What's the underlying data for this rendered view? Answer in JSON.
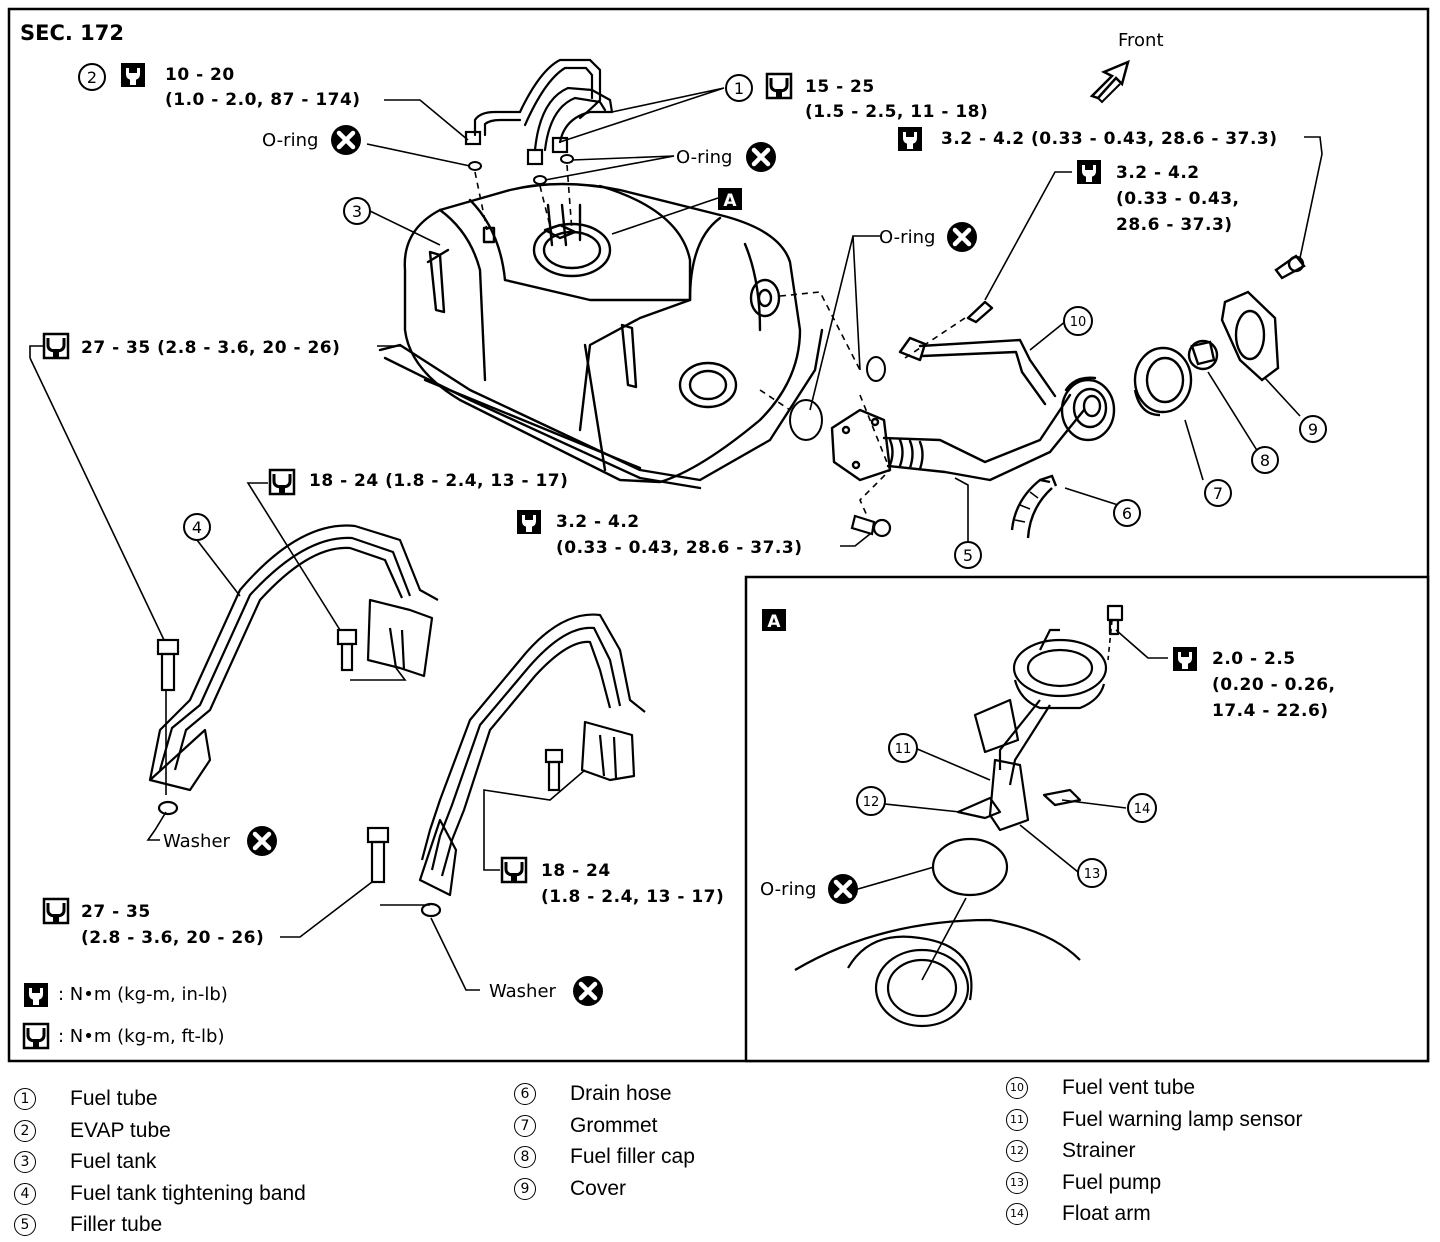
{
  "section": "SEC. 172",
  "front": "Front",
  "inset_marker": "A",
  "torque": {
    "evap_tube": [
      "10 - 20",
      "(1.0 - 2.0, 87 - 174)"
    ],
    "fuel_tube": [
      "15 - 25",
      "(1.5 - 2.5, 11 - 18)"
    ],
    "cover_bolt": "3.2 - 4.2 (0.33 - 0.43, 28.6 - 37.3)",
    "vent_bolt": [
      "3.2 - 4.2",
      "(0.33 - 0.43,",
      "28.6 - 37.3)"
    ],
    "tank_left": "27 - 35 (2.8 - 3.6, 20 - 26)",
    "band_upper": "18 - 24 (1.8 - 2.4, 13 - 17)",
    "filler_bolt": [
      "3.2 - 4.2",
      "(0.33 - 0.43, 28.6 - 37.3)"
    ],
    "band_lower": [
      "18 - 24",
      "(1.8 - 2.4, 13 - 17)"
    ],
    "tank_lower": [
      "27 - 35",
      "(2.8 - 3.6, 20 - 26)"
    ],
    "pump": [
      "2.0 - 2.5",
      "(0.20 - 0.26,",
      "17.4 - 22.6)"
    ]
  },
  "labels": {
    "oring": "O-ring",
    "washer": "Washer"
  },
  "callouts": [
    "1",
    "2",
    "3",
    "4",
    "5",
    "6",
    "7",
    "8",
    "9",
    "10",
    "11",
    "12",
    "13",
    "14"
  ],
  "units": [
    ": N•m (kg-m, in-lb)",
    ": N•m (kg-m, ft-lb)"
  ],
  "legend": [
    {
      "num": "1",
      "label": "Fuel tube"
    },
    {
      "num": "2",
      "label": "EVAP tube"
    },
    {
      "num": "3",
      "label": "Fuel tank"
    },
    {
      "num": "4",
      "label": "Fuel tank tightening band"
    },
    {
      "num": "5",
      "label": "Filler tube"
    },
    {
      "num": "6",
      "label": "Drain hose"
    },
    {
      "num": "7",
      "label": "Grommet"
    },
    {
      "num": "8",
      "label": "Fuel filler cap"
    },
    {
      "num": "9",
      "label": "Cover"
    },
    {
      "num": "10",
      "label": "Fuel vent tube"
    },
    {
      "num": "11",
      "label": "Fuel warning lamp sensor"
    },
    {
      "num": "12",
      "label": "Strainer"
    },
    {
      "num": "13",
      "label": "Fuel pump"
    },
    {
      "num": "14",
      "label": "Float arm"
    }
  ]
}
